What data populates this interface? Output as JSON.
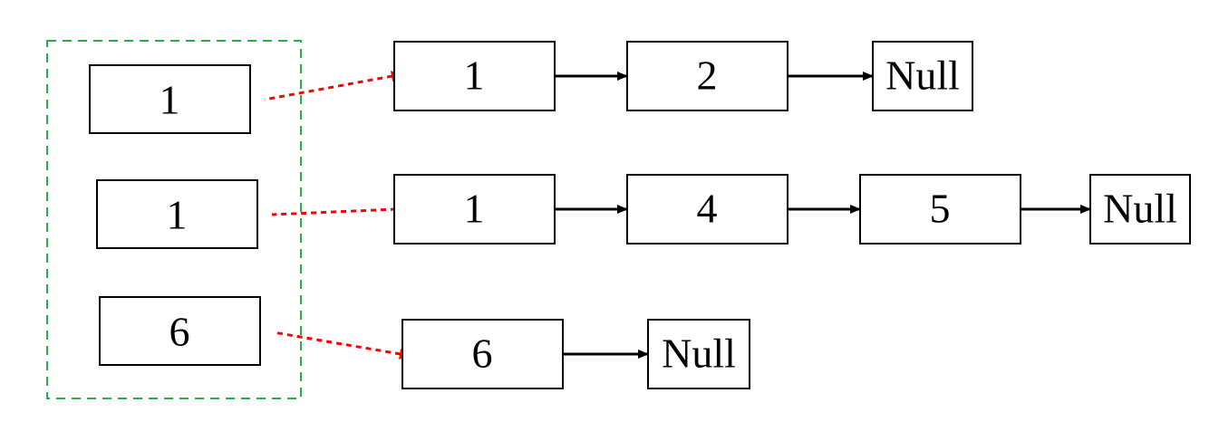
{
  "colors": {
    "container_border": "#22b14c",
    "pointer_arrow": "#ff0000",
    "link_arrow": "#000000",
    "box_border": "#000000",
    "background": "#ffffff"
  },
  "heap": {
    "entries": [
      {
        "value": "1"
      },
      {
        "value": "1"
      },
      {
        "value": "6"
      }
    ]
  },
  "lists": [
    {
      "nodes": [
        "1",
        "2"
      ],
      "terminator": "Null"
    },
    {
      "nodes": [
        "1",
        "4",
        "5"
      ],
      "terminator": "Null"
    },
    {
      "nodes": [
        "6"
      ],
      "terminator": "Null"
    }
  ]
}
